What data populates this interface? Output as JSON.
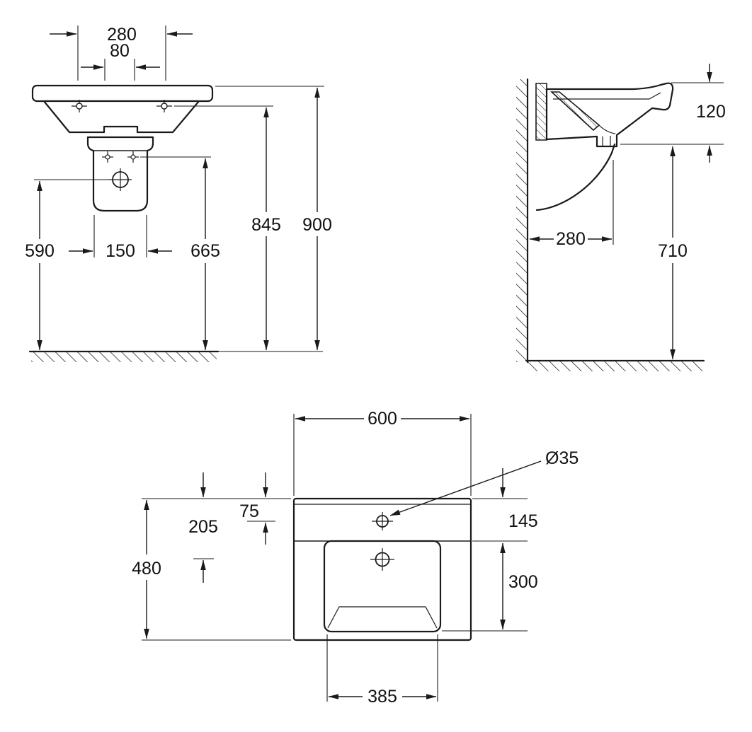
{
  "colors": {
    "line": "#1a1a1a",
    "background": "#ffffff"
  },
  "drawing": {
    "front": {
      "s280": "280",
      "s80": "80",
      "s845": "845",
      "s900": "900",
      "s590": "590",
      "s150": "150",
      "s665": "665"
    },
    "side": {
      "s120": "120",
      "s280": "280",
      "s710": "710"
    },
    "plan": {
      "s600": "600",
      "hole": "Ø35",
      "s75": "75",
      "s205": "205",
      "s480": "480",
      "s145": "145",
      "s300": "300",
      "s385": "385"
    }
  }
}
